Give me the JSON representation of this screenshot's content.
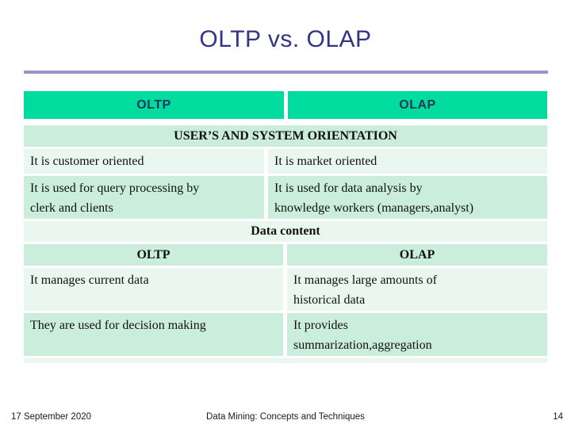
{
  "title": "OLTP vs. OLAP",
  "colors": {
    "header_fill_teal": "#00DC9E",
    "row_fill_medium": "#CBEDDC",
    "row_fill_light": "#E9F7F0",
    "title_text": "#333387",
    "header_text_navy": "#17375E",
    "divider_purple": "#9795C8"
  },
  "table": {
    "header": {
      "oltp": "OLTP",
      "olap": "OLAP"
    },
    "section_orientation": {
      "caption": "USER’S AND SYSTEM ORIENTATION",
      "rows": [
        {
          "oltp": "It is customer oriented",
          "olap": "It is market oriented"
        },
        {
          "oltp": "It is used for query processing by\nclerk and clients",
          "olap": "It is used for data analysis by\nknowledge workers (managers,analyst)"
        }
      ]
    },
    "section_data_content": {
      "caption": "Data content",
      "subheader": {
        "oltp": "OLTP",
        "olap": "OLAP"
      },
      "rows": [
        {
          "oltp": "It manages current data",
          "olap": "It manages large amounts of\nhistorical data"
        },
        {
          "oltp": "They are used for decision making",
          "olap": "It provides\nsummarization,aggregation"
        }
      ]
    }
  },
  "footer": {
    "date": "17 September 2020",
    "center": "Data Mining: Concepts and Techniques",
    "page_number": "14"
  }
}
